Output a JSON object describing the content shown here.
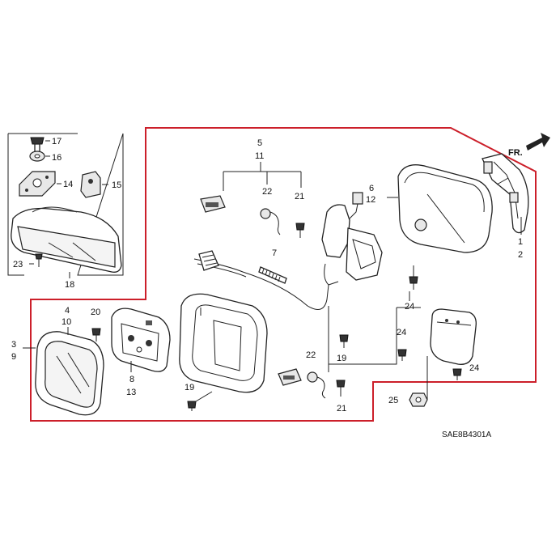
{
  "diagram": {
    "direction_label": "FR.",
    "drawing_code": "SAE8B4301A",
    "border_color": "#cc1f2a",
    "line_color": "#222222",
    "callouts": {
      "c17": "17",
      "c16": "16",
      "c14": "14",
      "c15": "15",
      "c23": "23",
      "c18": "18",
      "c5": "5",
      "c11": "11",
      "c22a": "22",
      "c21a": "21",
      "c7": "7",
      "c6": "6",
      "c12": "12",
      "c1": "1",
      "c2": "2",
      "c24a": "24",
      "c4": "4",
      "c10": "10",
      "c20": "20",
      "c3": "3",
      "c9": "9",
      "c8": "8",
      "c13": "13",
      "c19a": "19",
      "c19b": "19",
      "c22b": "22",
      "c21b": "21",
      "c24b": "24",
      "c24c": "24",
      "c25": "25"
    }
  }
}
